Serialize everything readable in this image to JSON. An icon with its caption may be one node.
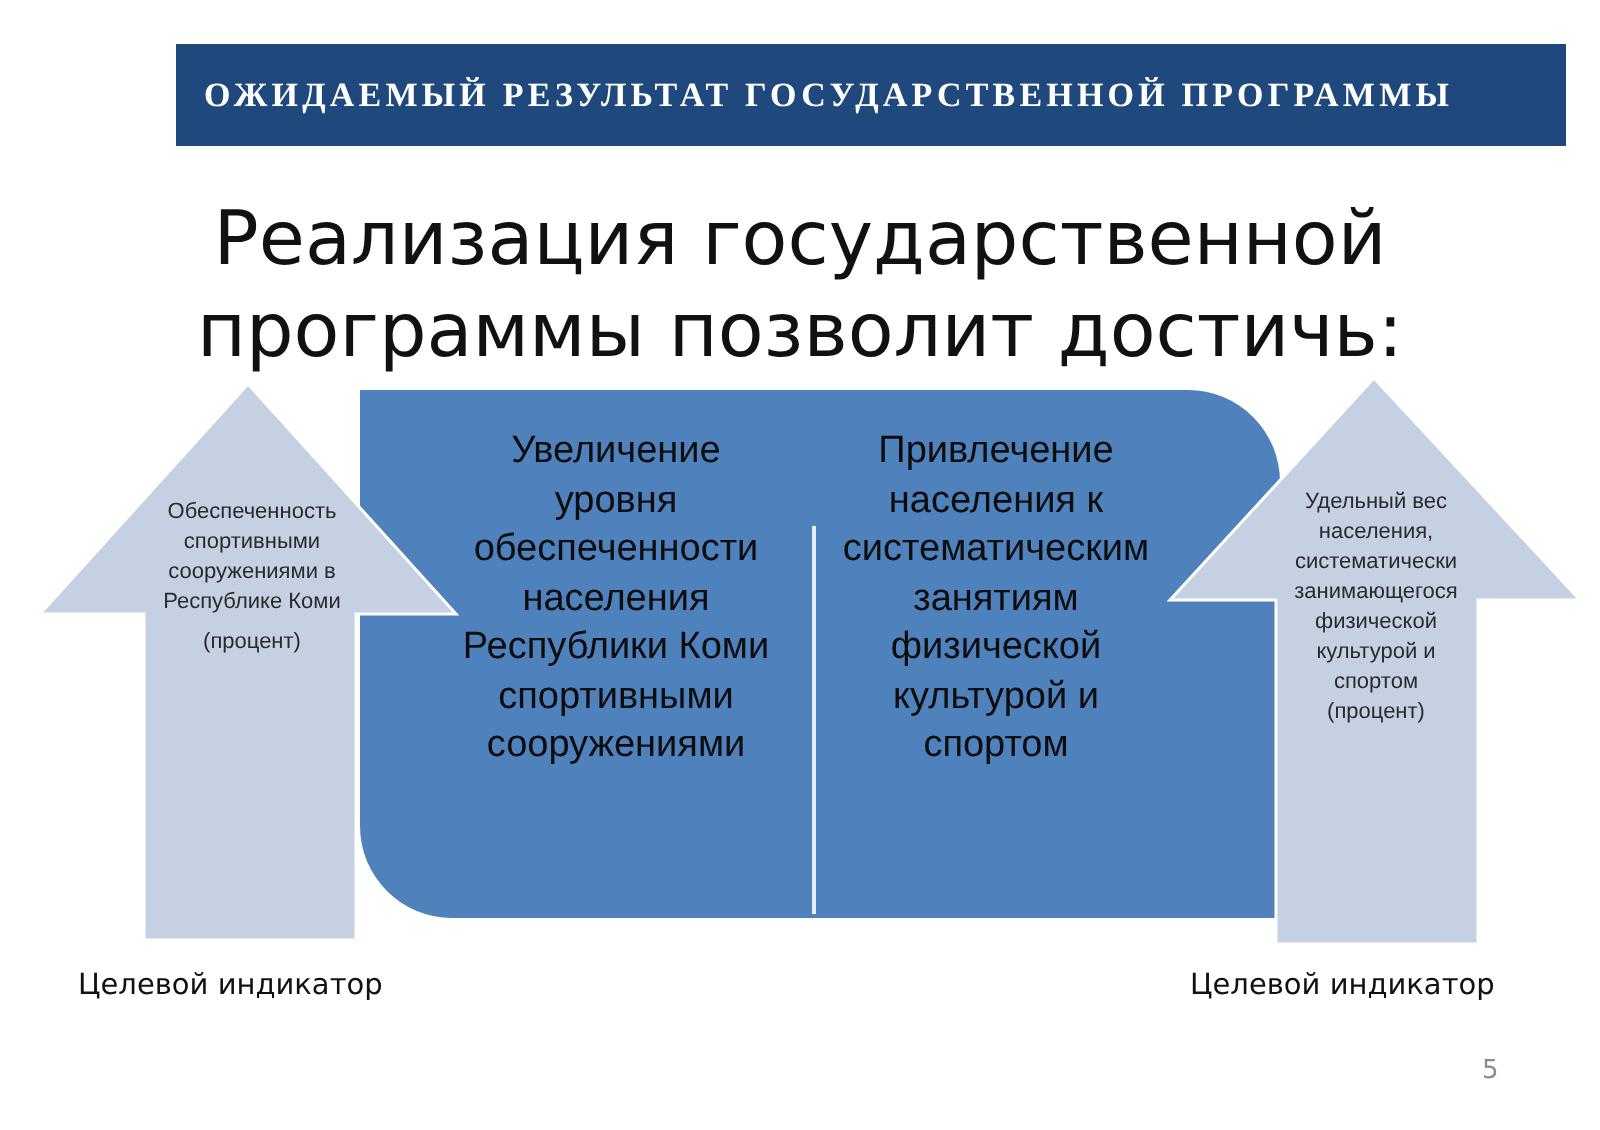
{
  "diagram": {
    "title": "ОЖИДАЕМЫЙ РЕЗУЛЬТАТ ГОСУДАРСТВЕННОЙ ПРОГРАММЫ",
    "nodes": [
      {
        "text": [
          "Обеспеченность спортивными сооружениями в Республике Коми",
          "(процент)"
        ],
        "beside": [
          "Целевой индикатор"
        ]
      },
      {
        "text": [
          "Увеличение уровня обеспеченности населения Республики Коми спортивными сооружениями",
          "Привлечение населения к систематическим занятиям физической культурой и спортом"
        ]
      },
      {
        "text": [
          "Удельный вес населения, систематически занимающегося физической культурой и спортом (процент)"
        ],
        "beside": [
          "Целевой индикатор"
        ]
      }
    ],
    "labels": [
      "Реализация государственной программы позволит достичь:",
      "5"
    ]
  }
}
